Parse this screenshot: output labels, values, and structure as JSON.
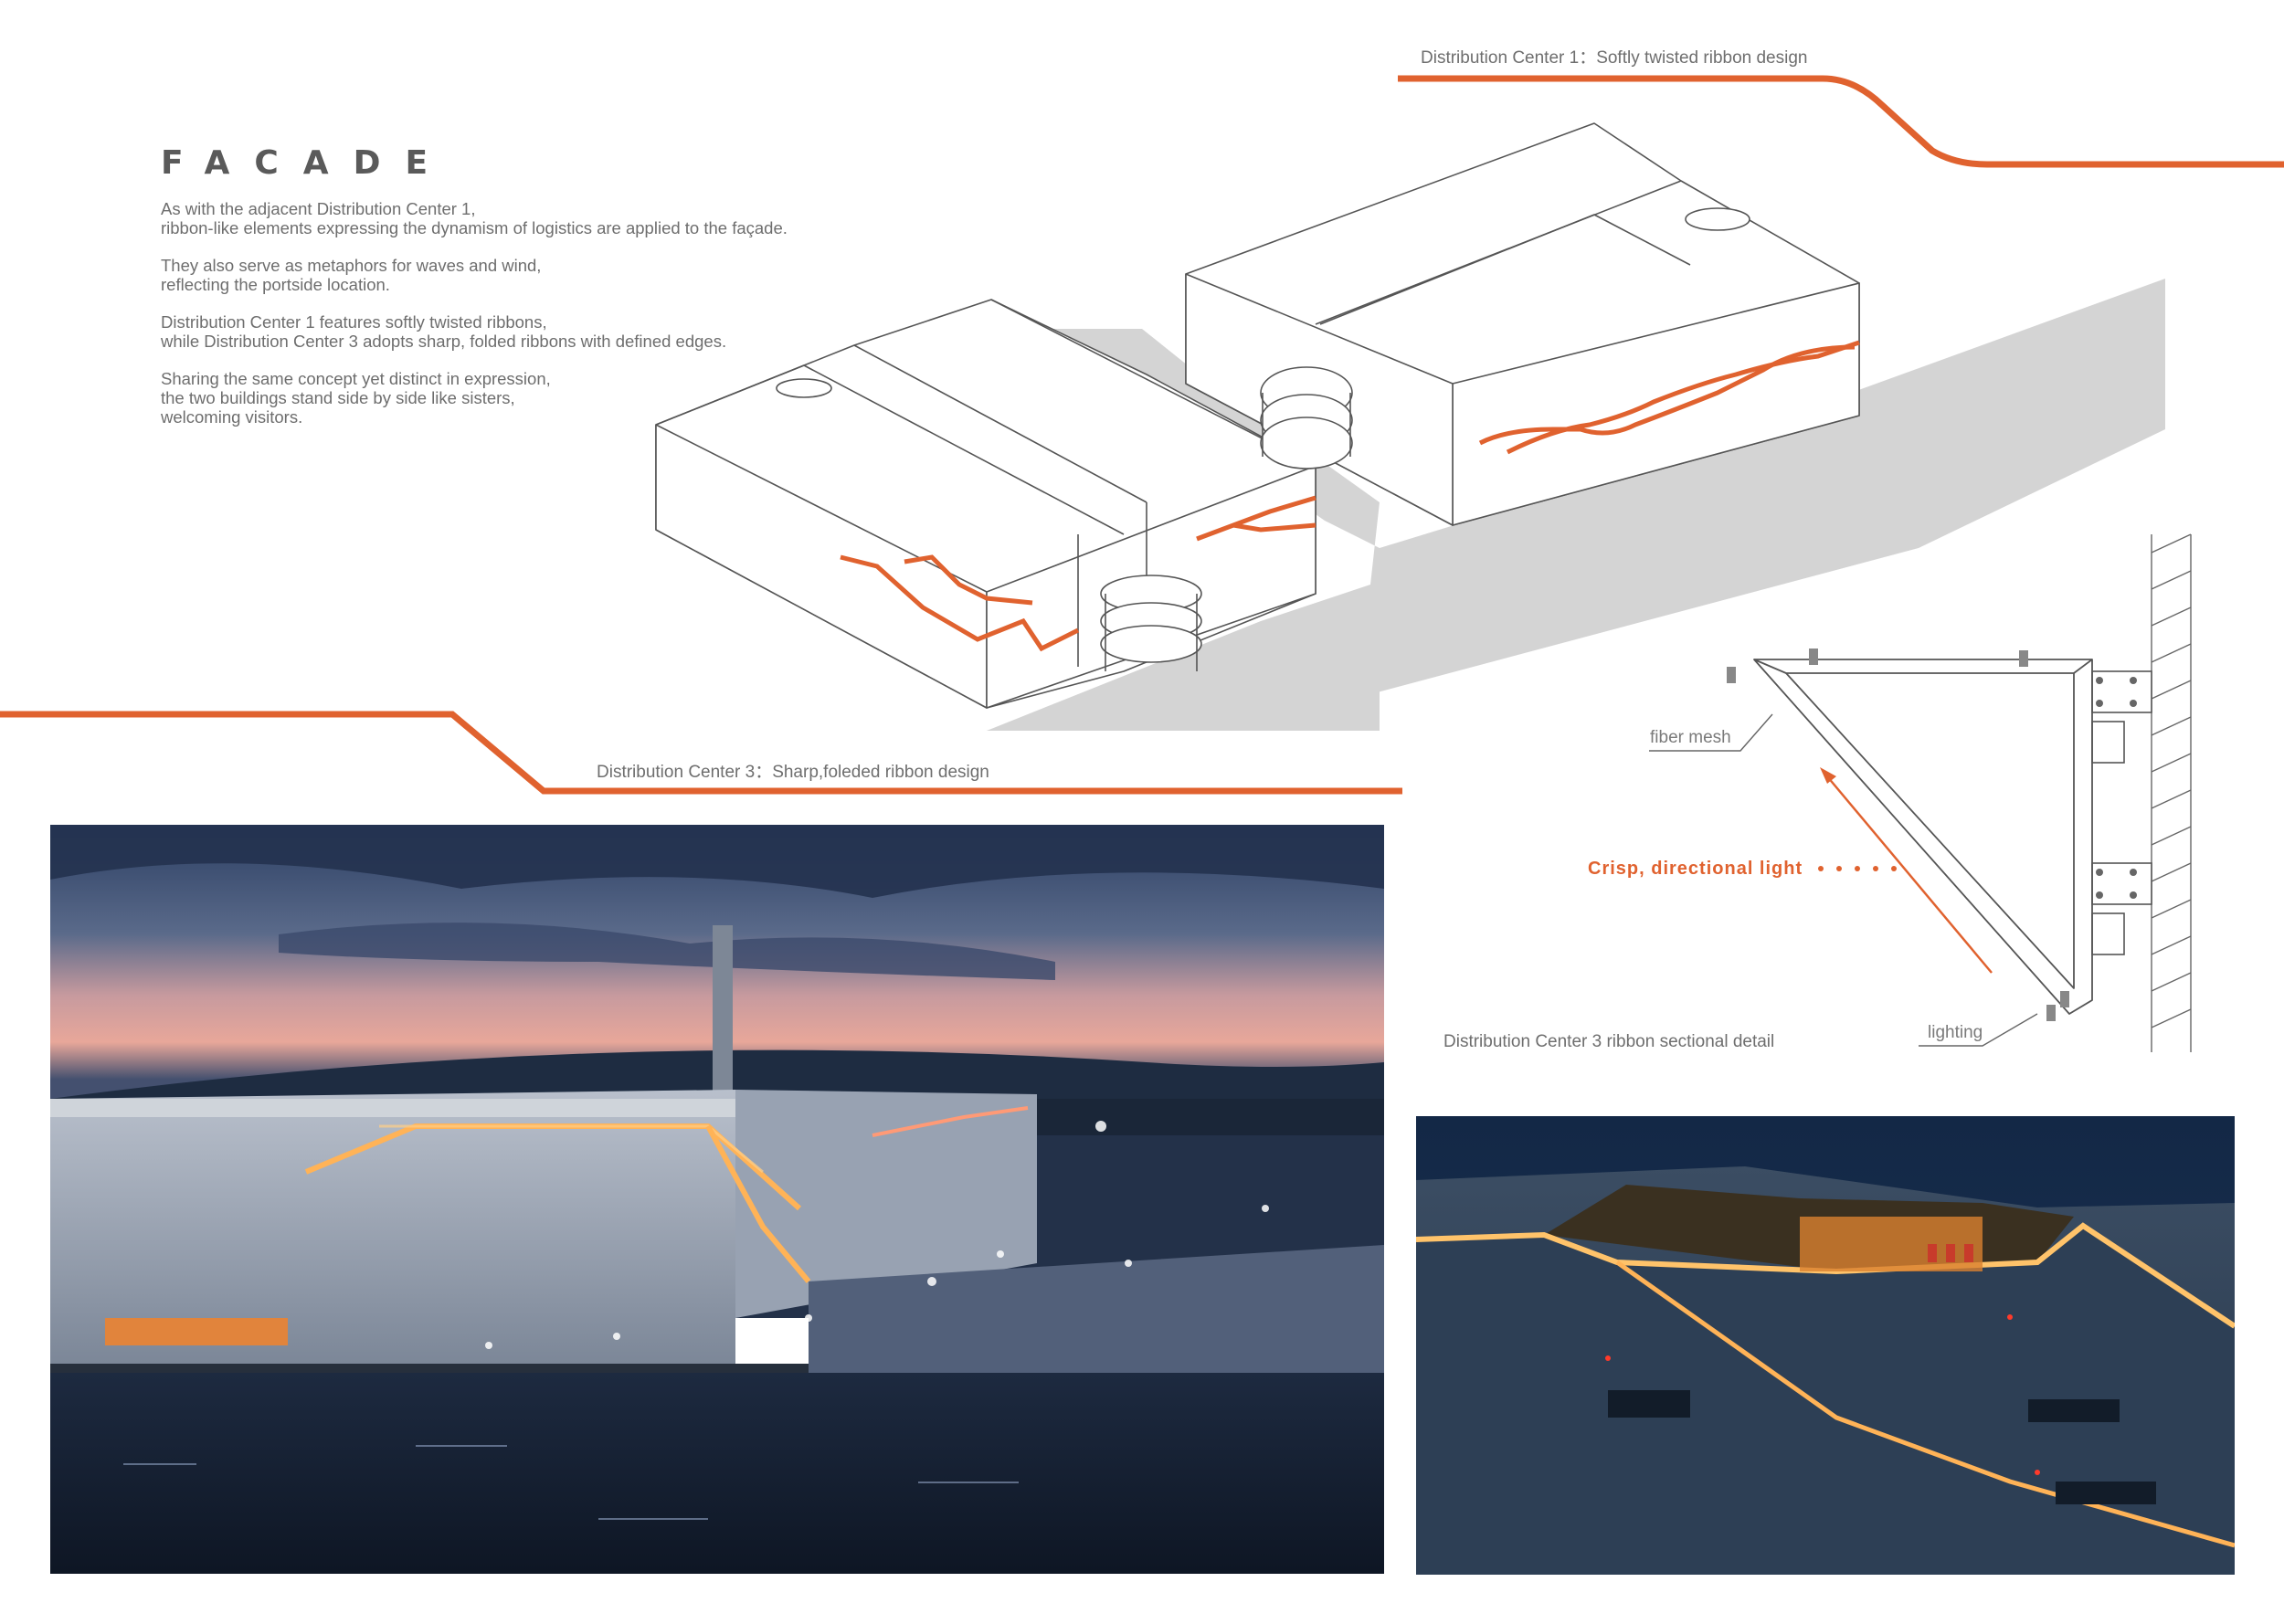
{
  "section": {
    "title": "FACADE",
    "paragraphs": [
      "As with the adjacent Distribution Center 1,\nribbon-like elements expressing the dynamism of logistics are applied to the façade.",
      "They also serve as metaphors for waves and wind,\nreflecting the portside location.",
      "Distribution Center 1 features softly twisted ribbons,\nwhile Distribution Center 3 adopts sharp, folded ribbons with defined edges.",
      "Sharing the same concept yet distinct in expression,\nthe two buildings stand side by side like sisters,\nwelcoming visitors."
    ]
  },
  "captions": {
    "dc1": "Distribution Center 1：Softly twisted ribbon design",
    "dc3": "Distribution Center 3：Sharp,foleded ribbon design",
    "detail": "Distribution Center 3 ribbon sectional detail"
  },
  "detail_labels": {
    "fiber_mesh": "fiber mesh",
    "crisp_light": "Crisp, directional light",
    "lighting": "lighting"
  },
  "colors": {
    "accent": "#e0622f",
    "line": "#555555",
    "shadow": "#d4d4d4"
  }
}
